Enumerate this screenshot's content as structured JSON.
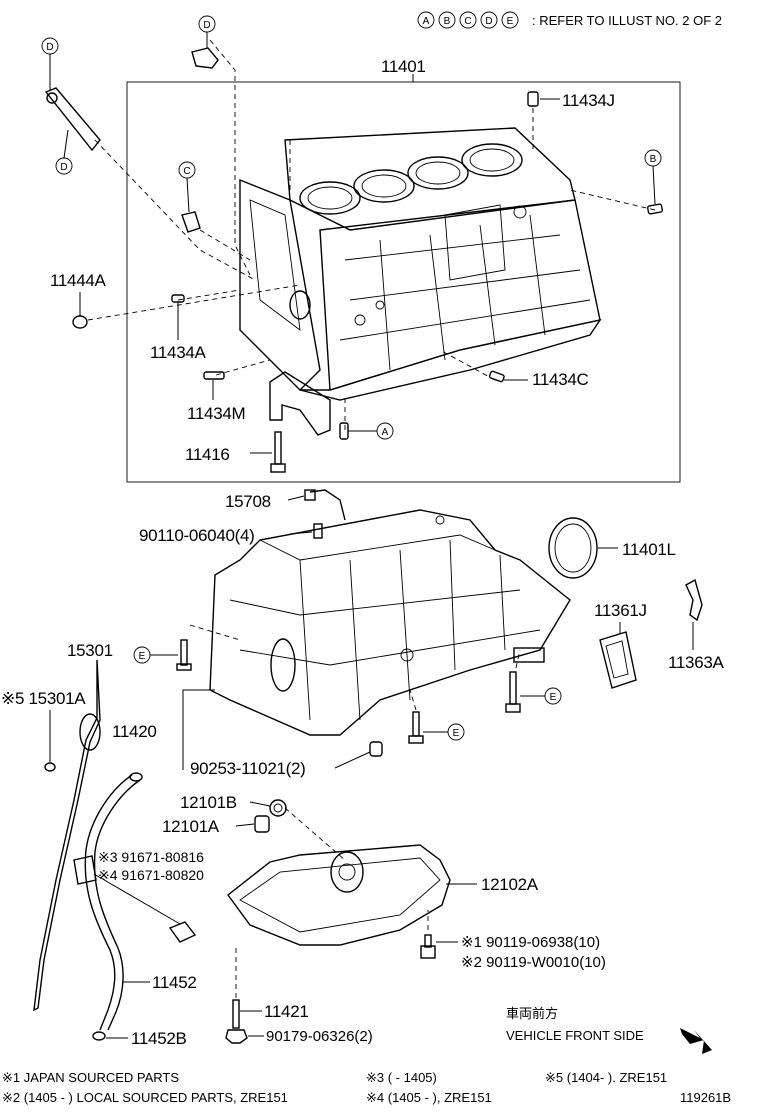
{
  "header": {
    "ref_letters": [
      "A",
      "B",
      "C",
      "D",
      "E"
    ],
    "ref_note": ": REFER TO ILLUST NO. 2 OF 2"
  },
  "callouts": {
    "d_top": "D",
    "d_left_top": "D",
    "d_left_bottom": "D",
    "c_left": "C",
    "b_right": "B",
    "a_bottom": "A",
    "e_15301": "E",
    "e_11420a": "E",
    "e_11420b": "E"
  },
  "labels": {
    "p11401": "11401",
    "p11434j": "11434J",
    "p11444a": "11444A",
    "p11434a": "11434A",
    "p11434c": "11434C",
    "p11434m": "11434M",
    "p11416": "11416",
    "p15708": "15708",
    "p90110": "90110-06040(4)",
    "p11401l": "11401L",
    "p11361j": "11361J",
    "p11363a": "11363A",
    "p15301": "15301",
    "p15301a": "※5 15301A",
    "p11420": "11420",
    "p90253": "90253-11021(2)",
    "p12101b": "12101B",
    "p12101a": "12101A",
    "p91671_80816": "※3 91671-80816",
    "p91671_80820": "※4 91671-80820",
    "p12102a": "12102A",
    "p90119_06938": "※1 90119-06938(10)",
    "p90119_w0010": "※2 90119-W0010(10)",
    "p11452": "11452",
    "p11421": "11421",
    "p11452b": "11452B",
    "p90179": "90179-06326(2)"
  },
  "orientation": {
    "jp_text": "車両前方",
    "en_text": "VEHICLE FRONT SIDE"
  },
  "footnotes": {
    "n1": "※1 JAPAN SOURCED PARTS",
    "n2": "※2 (1405 -       ) LOCAL SOURCED PARTS, ZRE151",
    "n3": "※3 (       - 1405)",
    "n4": "※4 (1405 -       ), ZRE151",
    "n5": "※5 (1404-       ). ZRE151",
    "illus_no": "119261B"
  }
}
